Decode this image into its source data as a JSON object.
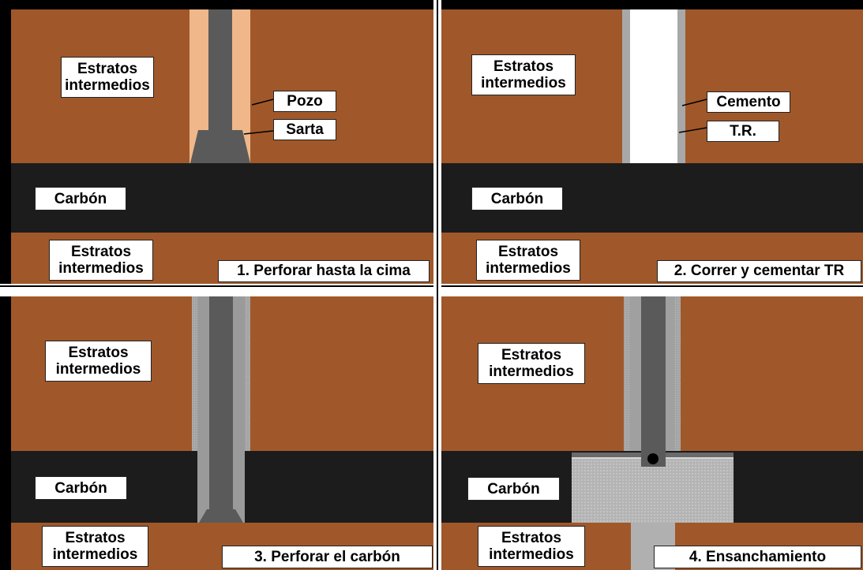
{
  "panels": [
    {
      "caption": "1. Perforar hasta la cima",
      "strata_top": [
        "Estratos",
        "intermedios"
      ],
      "coal": "Carbón",
      "strata_bottom": [
        "Estratos",
        "intermedios"
      ],
      "callouts": [
        "Pozo",
        "Sarta"
      ]
    },
    {
      "caption": "2. Correr y cementar TR",
      "strata_top": [
        "Estratos",
        "intermedios"
      ],
      "coal": "Carbón",
      "strata_bottom": [
        "Estratos",
        "intermedios"
      ],
      "callouts": [
        "Cemento",
        "T.R."
      ]
    },
    {
      "caption": "3. Perforar el carbón",
      "strata_top": [
        "Estratos",
        "intermedios"
      ],
      "coal": "Carbón",
      "strata_bottom": [
        "Estratos",
        "intermedios"
      ]
    },
    {
      "caption": "4. Ensanchamiento",
      "strata_top": [
        "Estratos",
        "intermedios"
      ],
      "coal": "Carbón",
      "strata_bottom": [
        "Estratos",
        "intermedios"
      ]
    }
  ],
  "colors": {
    "strata": "#A0582A",
    "coal": "#1C1C1C",
    "borehole": "#F0B88A",
    "drillstring": "#5A5A5A",
    "casing": "#A8A8A8",
    "cavity": "#B4B4B4"
  }
}
